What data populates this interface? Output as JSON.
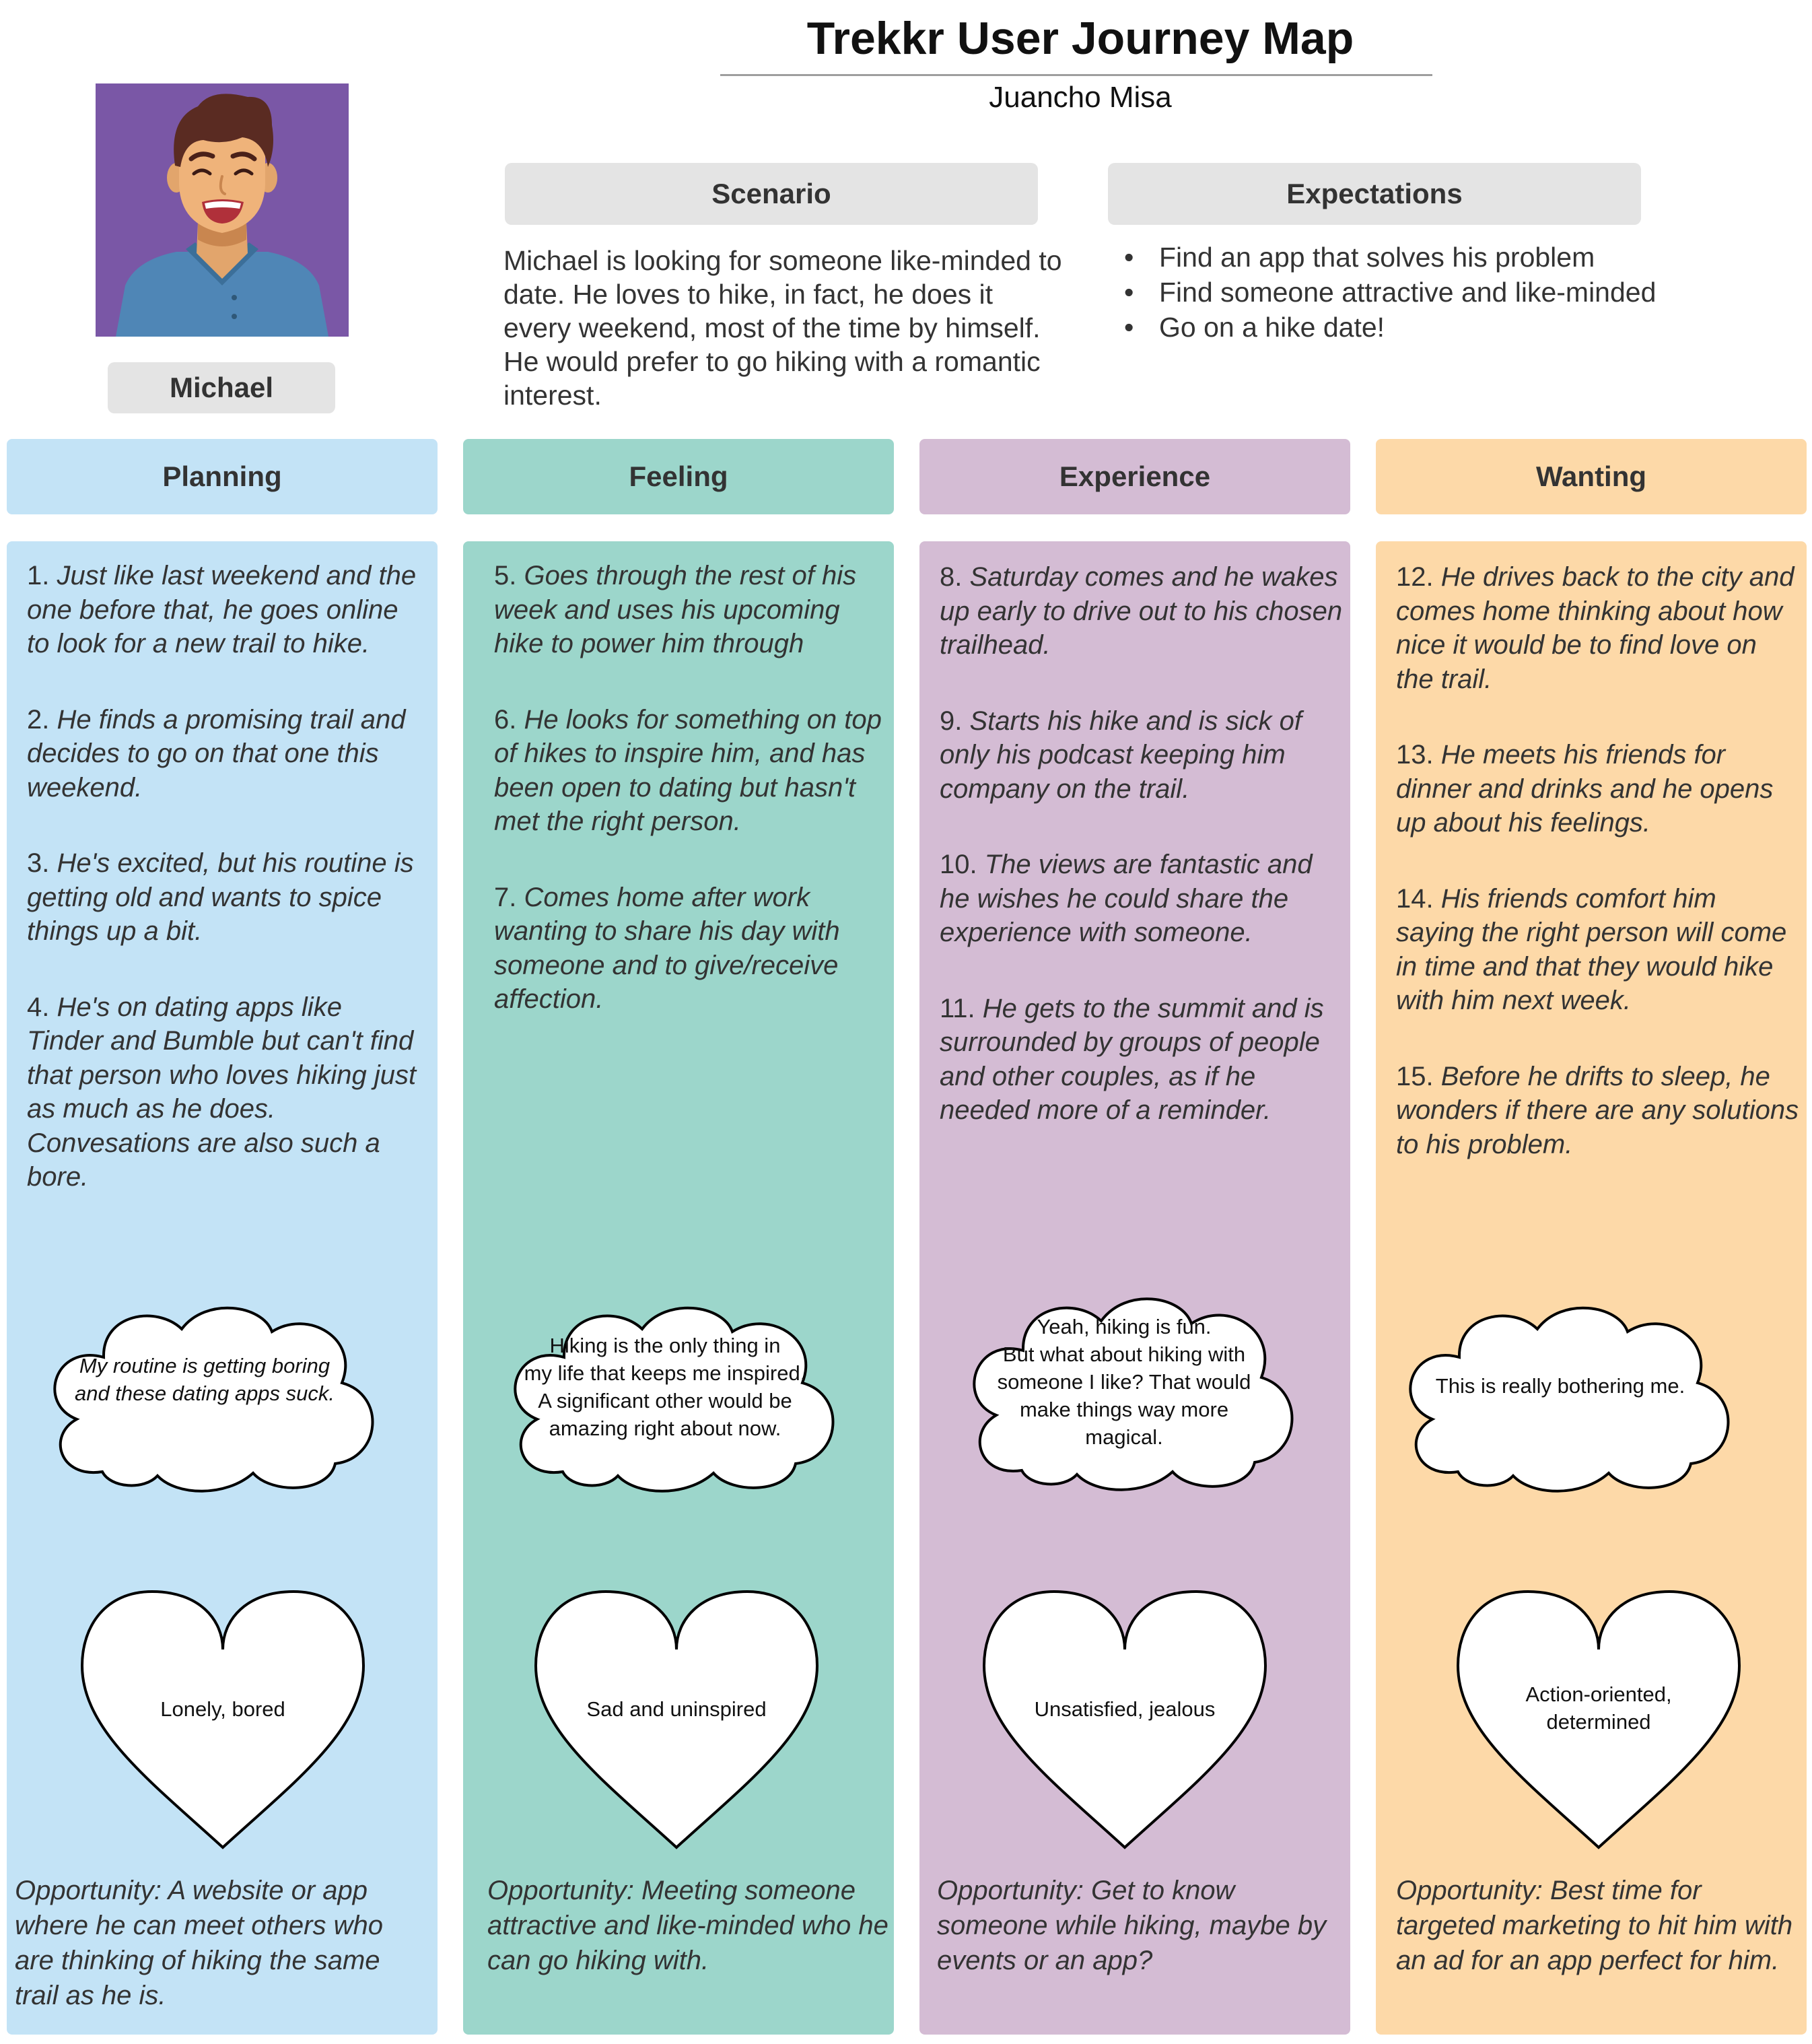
{
  "header": {
    "title": "Trekkr User Journey Map",
    "author": "Juancho Misa"
  },
  "persona": {
    "name": "Michael"
  },
  "scenario": {
    "heading": "Scenario",
    "text": "Michael is looking for someone like-minded to date. He loves to hike, in fact, he does it every weekend, most of the time by himself. He would prefer to go hiking with a romantic interest."
  },
  "expectations": {
    "heading": "Expectations",
    "items": [
      "Find an app that solves his problem",
      "Find someone attractive and like-minded",
      "Go on a hike date!"
    ]
  },
  "columns": [
    {
      "heading": "Planning",
      "color": "#c3e3f6",
      "steps": [
        {
          "num": "1.",
          "text": "Just like last weekend and the one before that, he goes online to look for a new trail to hike."
        },
        {
          "num": "2.",
          "text": "He finds a promising trail and decides to go on that one this weekend."
        },
        {
          "num": "3.",
          "text": "He's excited, but his routine is getting old and wants to spice things up a bit."
        },
        {
          "num": "4.",
          "text": "He's on dating apps like Tinder and Bumble but can't find that person who loves hiking just as much as he does. Convesations are also such a bore."
        }
      ],
      "thought": [
        "My routine is getting boring",
        "and these dating apps suck."
      ],
      "feeling": [
        "Lonely, bored"
      ],
      "opportunity": "Opportunity: A website or app where he can meet others who are thinking of hiking the same trail as he is."
    },
    {
      "heading": "Feeling",
      "color": "#9cd6cb",
      "steps": [
        {
          "num": "5.",
          "text": "Goes through the rest of his week and uses his upcoming hike to power him through"
        },
        {
          "num": "6.",
          "text": "He looks for something on top of hikes to inspire him, and has been open to dating but hasn't met the right person."
        },
        {
          "num": "7.",
          "text": "Comes home after work wanting to share his day with someone and to give/receive affection."
        }
      ],
      "thought": [
        "Hiking is the only thing in",
        "my life that keeps me inspired.",
        "A significant other would be",
        "amazing right about now."
      ],
      "feeling": [
        "Sad and uninspired"
      ],
      "opportunity": "Opportunity: Meeting someone attractive and like-minded who he can go hiking with."
    },
    {
      "heading": "Experience",
      "color": "#d4bcd4",
      "steps": [
        {
          "num": "8.",
          "text": "Saturday comes and he wakes up early to drive out to his chosen trailhead."
        },
        {
          "num": "9.",
          "text": "Starts his hike and is sick of only his podcast keeping him company on the trail."
        },
        {
          "num": "10.",
          "text": "The views are fantastic and he wishes he could share the experience with someone."
        },
        {
          "num": "11.",
          "text": "He gets to the summit and is surrounded by groups of people and other couples, as if he needed more of a reminder."
        }
      ],
      "thought": [
        "Yeah, hiking is fun.",
        "But what about hiking with",
        "someone I like? That would",
        "make things way more",
        "magical."
      ],
      "feeling": [
        "Unsatisfied, jealous"
      ],
      "opportunity": "Opportunity: Get to know someone while hiking, maybe by events or an app?"
    },
    {
      "heading": "Wanting",
      "color": "#fdd9a8",
      "steps": [
        {
          "num": "12.",
          "text": "He drives back to the city and comes home thinking about how nice it would be to find love on the trail."
        },
        {
          "num": "13.",
          "text": "He meets his friends for dinner and drinks and he opens up about his feelings."
        },
        {
          "num": "14.",
          "text": "His friends comfort him saying the right person will come in time and that they would hike with him next week."
        },
        {
          "num": "15.",
          "text": "Before he drifts to sleep, he wonders if there are any solutions to his problem."
        }
      ],
      "thought": [
        "This is really bothering me."
      ],
      "feeling": [
        "Action-oriented,",
        "determined"
      ],
      "opportunity": "Opportunity: Best time for targeted marketing to hit him with an ad for an app perfect for him."
    }
  ]
}
